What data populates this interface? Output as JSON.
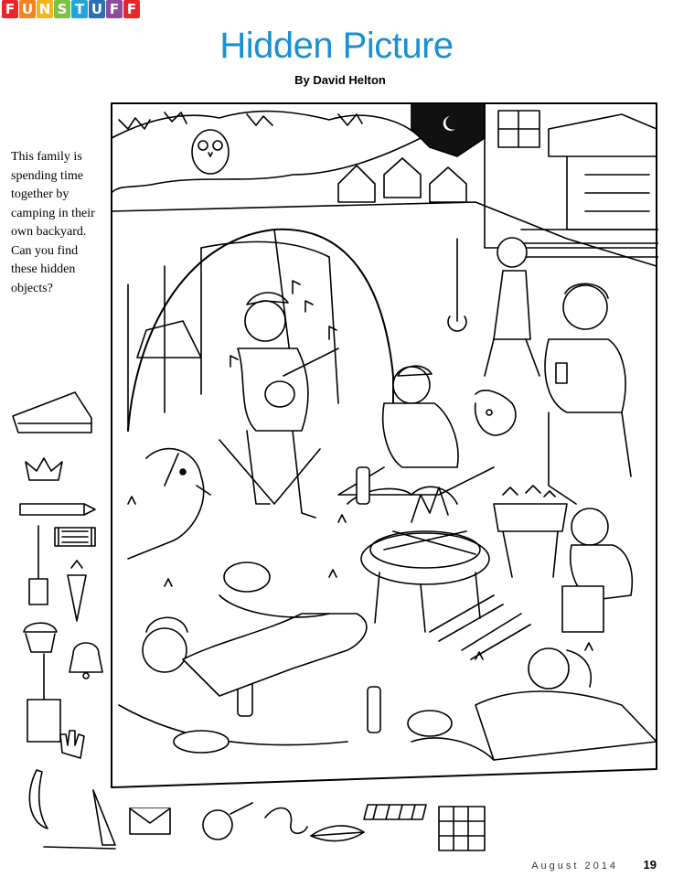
{
  "brand": {
    "letters": [
      "F",
      "U",
      "N",
      "S",
      "T",
      "U",
      "F",
      "F"
    ],
    "colors": [
      "#e8262a",
      "#f58220",
      "#f7b51a",
      "#7bc143",
      "#21a6dc",
      "#2b6eb4",
      "#8e4c9e",
      "#e8262a"
    ]
  },
  "header": {
    "title": "Hidden Picture",
    "byline": "By David Helton"
  },
  "intro_text": "This family is spending time together by camping in their own backyard. Can you find these hidden objects?",
  "hidden_objects": [
    "pie-slice-icon",
    "crown-icon",
    "pencil-icon",
    "spool-icon",
    "shovel-icon",
    "carrot-icon",
    "cupcake-icon",
    "bell-icon",
    "paintbrush-icon",
    "glove-icon",
    "banana-icon",
    "party-hat-icon",
    "envelope-icon",
    "magnifying-glass-icon",
    "ribbon-icon",
    "leaf-icon",
    "comb-icon",
    "waffle-icon"
  ],
  "footer": {
    "issue": "August 2014",
    "page": "19"
  }
}
